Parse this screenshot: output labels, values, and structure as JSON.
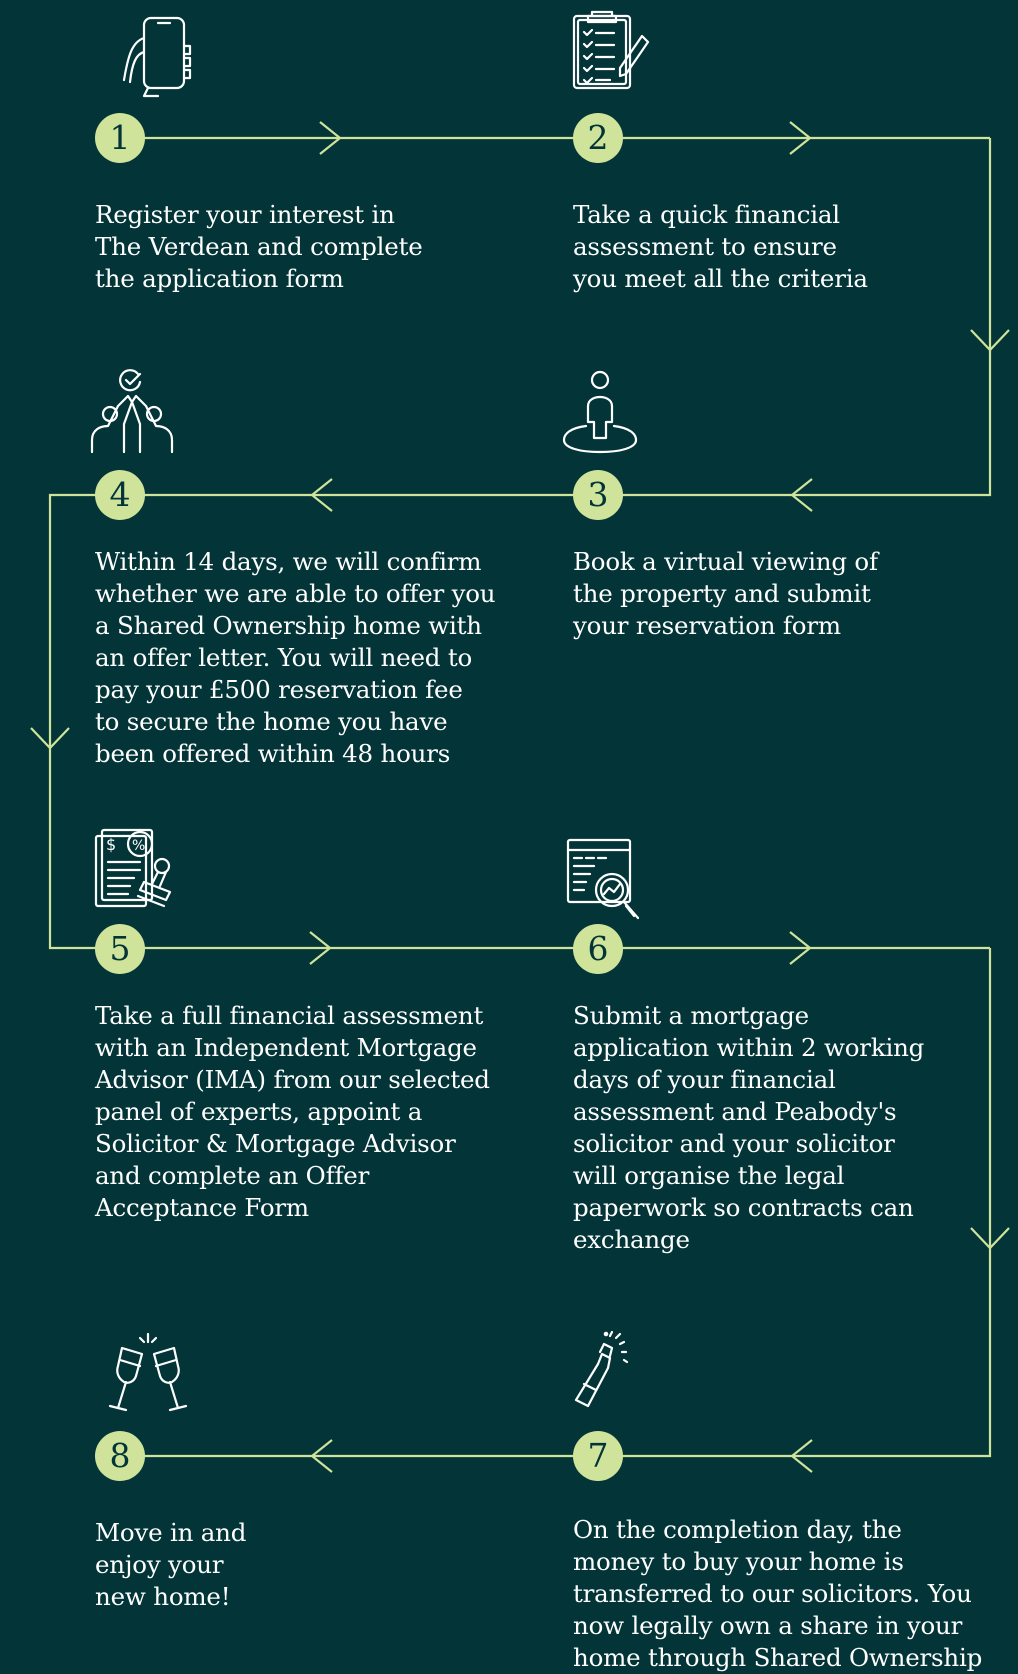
{
  "colors": {
    "background": "#033538",
    "accent": "#cfe39a",
    "text": "#ffffff"
  },
  "steps": [
    {
      "number": "1",
      "icon": "smartphone-icon",
      "text": "Register your interest in\nThe Verdean and complete\nthe application form"
    },
    {
      "number": "2",
      "icon": "checklist-icon",
      "text": "Take a quick financial\nassessment to ensure\nyou meet all the criteria"
    },
    {
      "number": "3",
      "icon": "person-location-icon",
      "text": "Book a virtual viewing of\nthe property and submit\nyour reservation form"
    },
    {
      "number": "4",
      "icon": "people-check-icon",
      "text": "Within 14 days, we will confirm\nwhether we are able to offer you\na Shared Ownership home with\nan offer letter. You will need to\npay your £500 reservation fee\nto secure the home you have\nbeen offered within 48 hours"
    },
    {
      "number": "5",
      "icon": "financial-document-stamp-icon",
      "text": "Take a full financial assessment\nwith an Independent Mortgage\nAdvisor (IMA) from our selected\npanel of experts, appoint a\nSolicitor & Mortgage Advisor\nand complete an Offer\nAcceptance Form"
    },
    {
      "number": "6",
      "icon": "document-magnifier-icon",
      "text": "Submit a mortgage\napplication within 2 working\ndays of your financial\nassessment and Peabody's\nsolicitor and your solicitor\nwill organise the legal\npaperwork so contracts can\nexchange"
    },
    {
      "number": "7",
      "icon": "champagne-bottle-icon",
      "text": "On the completion day, the\nmoney to buy your home is\ntransferred to our solicitors. You\nnow legally own a share in your\nhome through Shared Ownership"
    },
    {
      "number": "8",
      "icon": "champagne-toast-icon",
      "text": "Move in and\nenjoy your\nnew home!"
    }
  ]
}
